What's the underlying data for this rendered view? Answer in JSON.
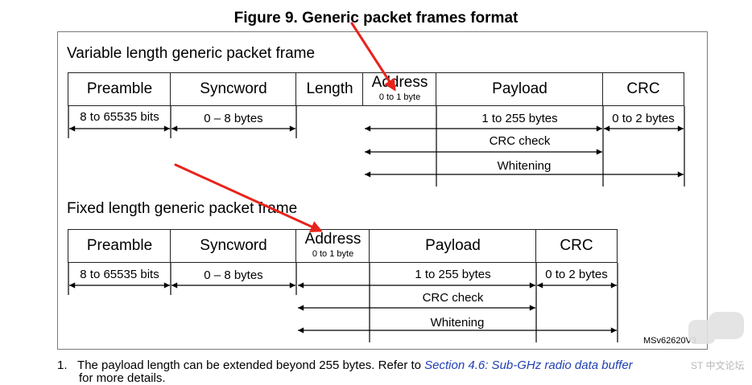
{
  "title": "Figure 9. Generic packet frames format",
  "variable": {
    "caption": "Variable length generic packet frame",
    "fields": {
      "preamble": "Preamble",
      "syncword": "Syncword",
      "length": "Length",
      "address": "Address",
      "address_sub": "0 to 1 byte",
      "payload": "Payload",
      "crc": "CRC"
    },
    "sizes": {
      "preamble": "8 to 65535 bits",
      "syncword": "0 – 8 bytes",
      "payload": "1 to 255 bytes",
      "crc": "0 to 2 bytes"
    },
    "spans": {
      "crc_check": "CRC check",
      "whitening": "Whitening"
    }
  },
  "fixed": {
    "caption": "Fixed length generic packet frame",
    "fields": {
      "preamble": "Preamble",
      "syncword": "Syncword",
      "address": "Address",
      "address_sub": "0 to 1 byte",
      "payload": "Payload",
      "crc": "CRC"
    },
    "sizes": {
      "preamble": "8 to 65535 bits",
      "syncword": "0 – 8 bytes",
      "payload": "1 to 255 bytes",
      "crc": "0 to 2 bytes"
    },
    "spans": {
      "crc_check": "CRC check",
      "whitening": "Whitening"
    }
  },
  "doc_id": "MSv62620V3",
  "footnote": {
    "number": "1.",
    "text": "The payload length can be extended beyond 255 bytes. Refer to ",
    "link": "Section 4.6: Sub-GHz radio data buffer",
    "continuation": "for more details."
  },
  "watermark": "ST 中文论坛",
  "colors": {
    "annotation_arrow": "#e8231c",
    "link": "#1f3fb5"
  }
}
